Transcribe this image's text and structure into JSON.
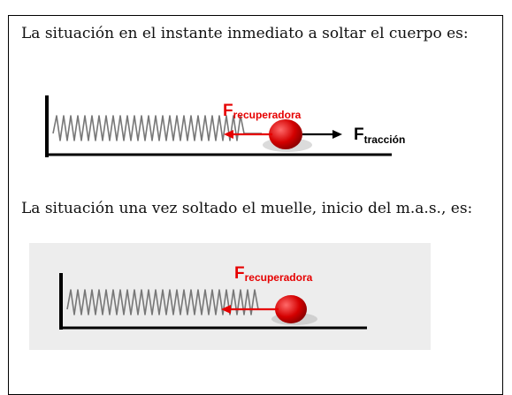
{
  "text": {
    "line1": "La situación en el instante inmediato a soltar el cuerpo es:",
    "line2": "La situación una vez soltado el muelle, inicio del m.a.s., es:"
  },
  "diagram1": {
    "force_restoring": {
      "main": "F",
      "sub": "recuperadora"
    },
    "force_traction": {
      "main": "F",
      "sub": "tracción"
    }
  },
  "diagram2": {
    "force_restoring": {
      "main": "F",
      "sub": "recuperadora"
    }
  },
  "colors": {
    "restoring_force": "#e60000",
    "traction_force": "#000000",
    "ball": "#d40000",
    "panel_bg": "#ededed"
  }
}
